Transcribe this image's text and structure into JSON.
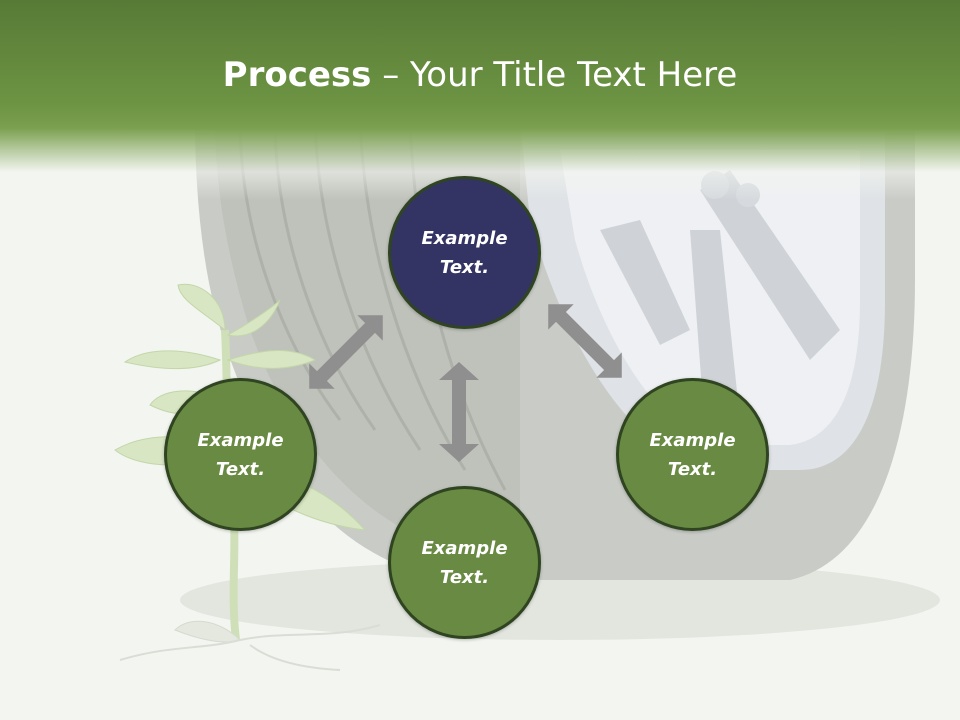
{
  "title": {
    "bold": "Process",
    "separator": " – ",
    "rest": "Your Title Text Here"
  },
  "nodes": [
    {
      "label": "Example\nText."
    },
    {
      "label": "Example\nText."
    },
    {
      "label": "Example\nText."
    },
    {
      "label": "Example\nText."
    }
  ],
  "colors": {
    "header": "#6d9443",
    "node_top_fill": "#343464",
    "node_fill": "#698a42",
    "node_border": "#2f4420",
    "arrow": "#8f8f8f"
  },
  "icons": [
    "tire-illustration",
    "sprout-illustration",
    "double-arrow-icon"
  ]
}
